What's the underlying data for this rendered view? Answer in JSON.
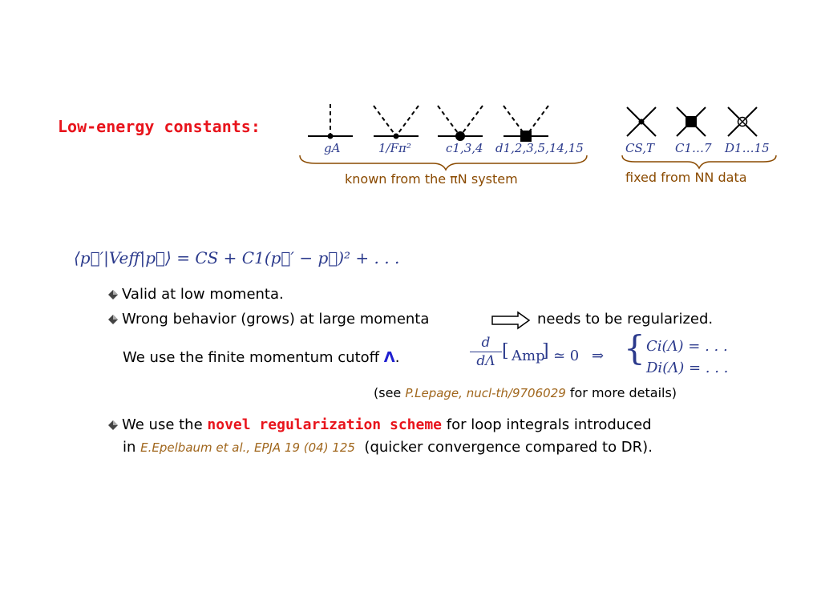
{
  "heading": "Low-energy constants:",
  "vertex_labels": {
    "ga": "gA",
    "fpi": "1/Fπ²",
    "c": "c1,3,4",
    "d": "d1,2,3,5,14,15",
    "cst": "CS,T",
    "c17": "C1…7",
    "d115": "D1…15"
  },
  "brace_notes": {
    "left": "known from the πN system",
    "right": "fixed from NN data"
  },
  "potential_formula": "⟨p⃗′|Veff|p⃗⟩ = CS + C1(p⃗′ − p⃗)² + . . .",
  "bullets": {
    "b1": "Valid at low momenta.",
    "b2_left": "Wrong behavior (grows) at large momenta",
    "b2_right": "needs to be regularized.",
    "cutoff_text": "We use the finite momentum cutoff",
    "cutoff_symbol": "Λ",
    "cutoff_period": "."
  },
  "cutoff_formula": {
    "num": "d",
    "den": "dΛ",
    "bracket": "Amp",
    "rhs": "≃ 0",
    "implies": "⇒",
    "line1": "Ci(Λ) = . . .",
    "line2": "Di(Λ) = . . ."
  },
  "see_note": {
    "pre": "(see",
    "ref": "P.Lepage, nucl-th/9706029",
    "post": "for more details)"
  },
  "last_bullet": {
    "pre": "We use the",
    "highlight": "novel regularization scheme",
    "post": "for loop integrals  introduced",
    "line2_pre": "in",
    "ref": "E.Epelbaum et al., EPJA 19 (04) 125",
    "line2_post": "(quicker convergence compared to DR)."
  },
  "colors": {
    "heading": "#e8141c",
    "math": "#2b3a8c",
    "brace": "#8a4a00",
    "ref": "#a0661c",
    "lambda": "#1f1fd0"
  }
}
